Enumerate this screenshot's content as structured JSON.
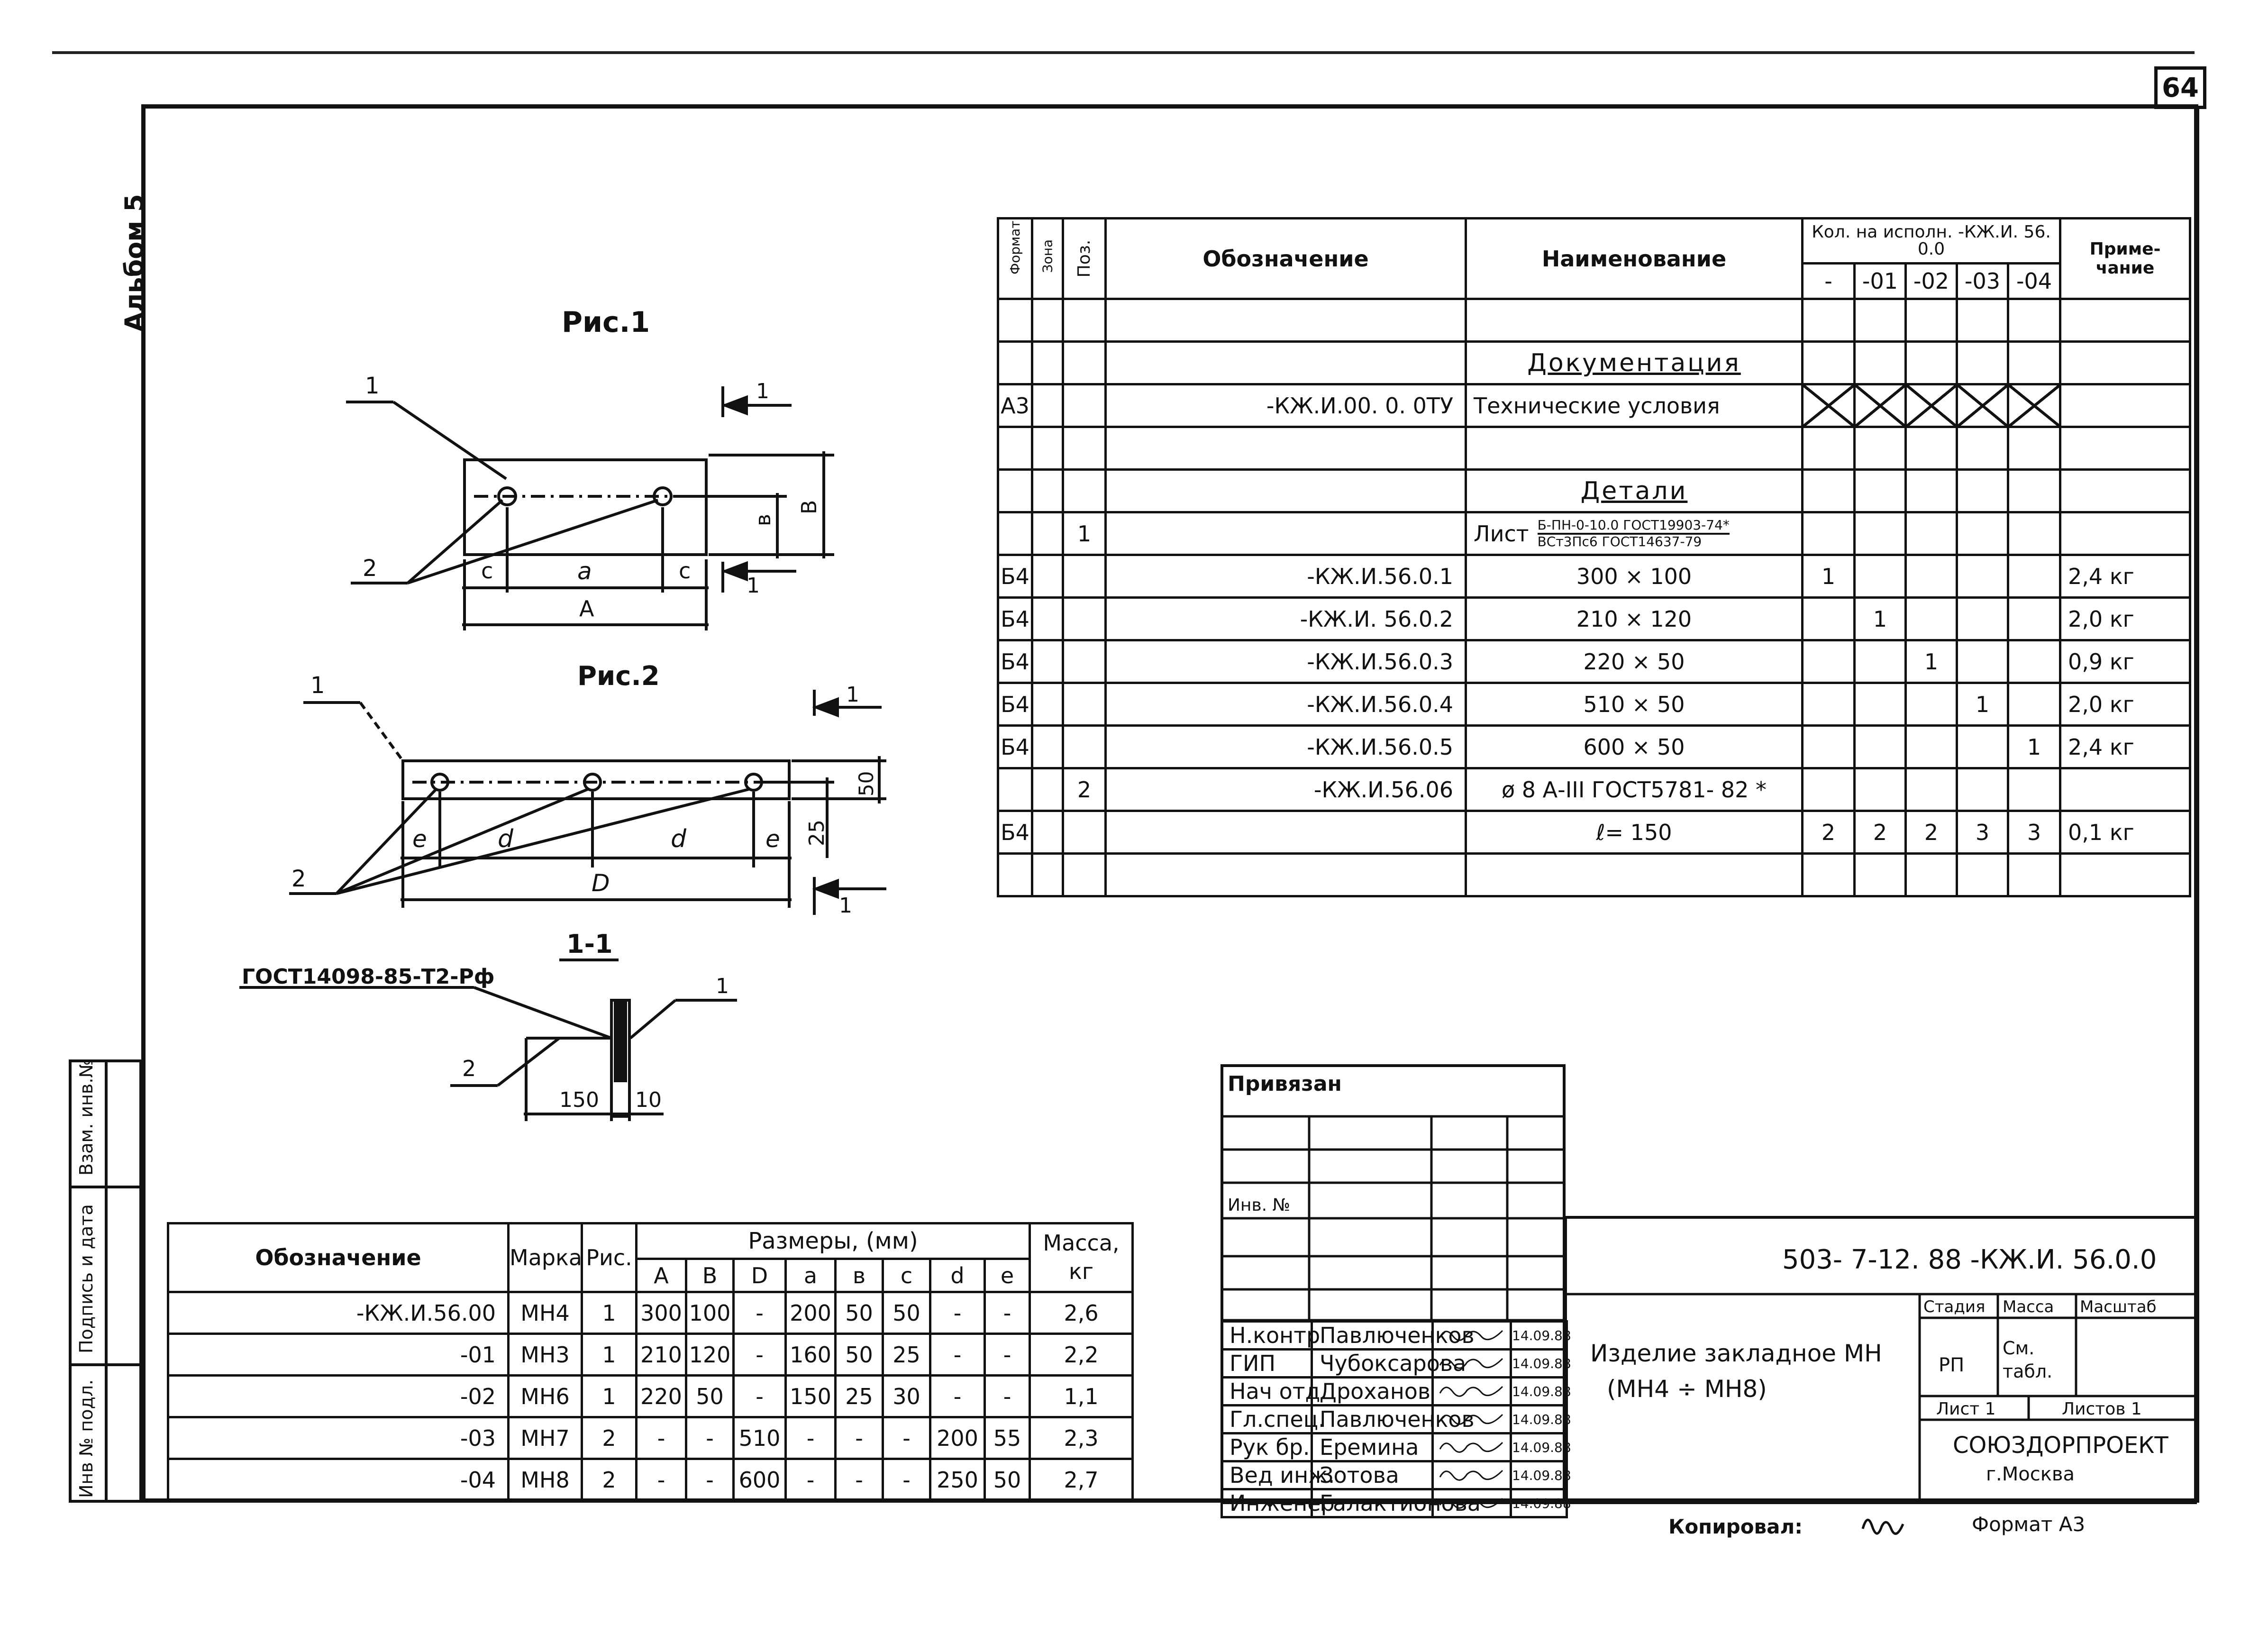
{
  "album_label": "Альбом 5",
  "page_number": "64",
  "figures": {
    "fig1_title": "Рис.1",
    "fig2_title": "Рис.2",
    "section_title": "1-1",
    "section_mark": "1",
    "callout_1": "1",
    "callout_2": "2",
    "fig1_dims": {
      "c1": "c",
      "a": "a",
      "c2": "c",
      "A": "A",
      "b_small": "в",
      "B": "В"
    },
    "fig2_dims": {
      "e1": "e",
      "d1": "d",
      "d2": "d",
      "e2": "e",
      "D": "D",
      "dim50": "50",
      "dim25": "25"
    },
    "section_dims": {
      "d150": "150",
      "d10": "10"
    },
    "weld_note": "ГОСТ14098-85-Т2-Рф"
  },
  "spec": {
    "headers": {
      "format": "Формат",
      "zone": "Зона",
      "pos": "Поз.",
      "designation": "Обозначение",
      "name": "Наименование",
      "qty": "Кол. на исполн. -КЖ.И. 56. 0.0",
      "qty_cols": [
        "-",
        "-01",
        "-02",
        "-03",
        "-04"
      ],
      "note": "Приме-чание"
    },
    "rows": [
      {
        "format": "",
        "zone": "",
        "pos": "",
        "designation": "",
        "name": "",
        "q": [
          "",
          "",
          "",
          "",
          ""
        ],
        "note": ""
      },
      {
        "format": "",
        "zone": "",
        "pos": "",
        "designation": "",
        "name": "Документация",
        "section": true,
        "q": [
          "",
          "",
          "",
          "",
          ""
        ],
        "note": ""
      },
      {
        "format": "А3",
        "zone": "",
        "pos": "",
        "designation": "-КЖ.И.00. 0. 0ТУ",
        "name": "Технические условия",
        "crossed": true,
        "q": [
          "",
          "",
          "",
          "",
          ""
        ],
        "note": ""
      },
      {
        "format": "",
        "zone": "",
        "pos": "",
        "designation": "",
        "name": "",
        "q": [
          "",
          "",
          "",
          "",
          ""
        ],
        "note": ""
      },
      {
        "format": "",
        "zone": "",
        "pos": "",
        "designation": "",
        "name": "Детали",
        "section": true,
        "q": [
          "",
          "",
          "",
          "",
          ""
        ],
        "note": ""
      },
      {
        "format": "",
        "zone": "",
        "pos": "1",
        "designation": "",
        "name": "Лист",
        "name_top": "Б-ПН-0-10.0 ГОСТ19903-74*",
        "name_bottom": "ВСт3Пс6 ГОСТ14637-79",
        "q": [
          "",
          "",
          "",
          "",
          ""
        ],
        "note": ""
      },
      {
        "format": "Б4",
        "zone": "",
        "pos": "",
        "designation": "-КЖ.И.56.0.1",
        "name": "300 × 100",
        "q": [
          "1",
          "",
          "",
          "",
          ""
        ],
        "note": "2,4 кг"
      },
      {
        "format": "Б4",
        "zone": "",
        "pos": "",
        "designation": "-КЖ.И. 56.0.2",
        "name": "210 × 120",
        "q": [
          "",
          "1",
          "",
          "",
          ""
        ],
        "note": "2,0 кг"
      },
      {
        "format": "Б4",
        "zone": "",
        "pos": "",
        "designation": "-КЖ.И.56.0.3",
        "name": "220 × 50",
        "q": [
          "",
          "",
          "1",
          "",
          ""
        ],
        "note": "0,9 кг"
      },
      {
        "format": "Б4",
        "zone": "",
        "pos": "",
        "designation": "-КЖ.И.56.0.4",
        "name": "510 × 50",
        "q": [
          "",
          "",
          "",
          "1",
          ""
        ],
        "note": "2,0 кг"
      },
      {
        "format": "Б4",
        "zone": "",
        "pos": "",
        "designation": "-КЖ.И.56.0.5",
        "name": "600 × 50",
        "q": [
          "",
          "",
          "",
          "",
          "1"
        ],
        "note": "2,4 кг"
      },
      {
        "format": "",
        "zone": "",
        "pos": "2",
        "designation": "-КЖ.И.56.06",
        "name": "ø 8 А-III  ГОСТ5781- 82 *",
        "q": [
          "",
          "",
          "",
          "",
          ""
        ],
        "note": ""
      },
      {
        "format": "Б4",
        "zone": "",
        "pos": "",
        "designation": "",
        "name": "ℓ= 150",
        "q": [
          "2",
          "2",
          "2",
          "3",
          "3"
        ],
        "note": "0,1 кг"
      },
      {
        "format": "",
        "zone": "",
        "pos": "",
        "designation": "",
        "name": "",
        "q": [
          "",
          "",
          "",
          "",
          ""
        ],
        "note": ""
      }
    ]
  },
  "dims_table": {
    "headers": {
      "designation": "Обозначение",
      "mark": "Марка",
      "fig": "Рис.",
      "sizes": "Размеры, (мм)",
      "size_cols": [
        "А",
        "В",
        "D",
        "а",
        "в",
        "с",
        "d",
        "е"
      ],
      "mass": "Масса, кг"
    },
    "rows": [
      {
        "designation": "-КЖ.И.56.00",
        "mark": "МН4",
        "fig": "1",
        "v": [
          "300",
          "100",
          "-",
          "200",
          "50",
          "50",
          "-",
          "-"
        ],
        "mass": "2,6"
      },
      {
        "designation": "-01",
        "mark": "МН3",
        "fig": "1",
        "v": [
          "210",
          "120",
          "-",
          "160",
          "50",
          "25",
          "-",
          "-"
        ],
        "mass": "2,2"
      },
      {
        "designation": "-02",
        "mark": "МН6",
        "fig": "1",
        "v": [
          "220",
          "50",
          "-",
          "150",
          "25",
          "30",
          "-",
          "-"
        ],
        "mass": "1,1"
      },
      {
        "designation": "-03",
        "mark": "МН7",
        "fig": "2",
        "v": [
          "-",
          "-",
          "510",
          "-",
          "-",
          "-",
          "200",
          "55"
        ],
        "mass": "2,3"
      },
      {
        "designation": "-04",
        "mark": "МН8",
        "fig": "2",
        "v": [
          "-",
          "-",
          "600",
          "-",
          "-",
          "-",
          "250",
          "50"
        ],
        "mass": "2,7"
      }
    ]
  },
  "binding_block": {
    "title": "Привязан",
    "inv": "Инв. №"
  },
  "left_margin": {
    "col1": "Взам. инв.№",
    "col2": "Подпись и дата",
    "col3": "Инв № подл."
  },
  "title_block": {
    "code": "503- 7-12. 88 -КЖ.И. 56.0.0",
    "product_name": "Изделие закладное МН",
    "product_range": "(МН4 ÷ МН8)",
    "stage_hdr": "Стадия",
    "mass_hdr": "Масса",
    "scale_hdr": "Масштаб",
    "stage": "РП",
    "mass": "См. табл.",
    "sheet": "Лист 1",
    "sheets": "Листов 1",
    "org": "СОЮЗДОРПРОЕКТ",
    "city": "г.Москва",
    "signatures": [
      {
        "role": "Н.контр",
        "name": "Павлюченков",
        "date": "14.09.88"
      },
      {
        "role": "ГИП",
        "name": "Чубоксарова",
        "date": "14.09.88"
      },
      {
        "role": "Нач отд.",
        "name": "Дроханов",
        "date": "14.09.88"
      },
      {
        "role": "Гл.спец.",
        "name": "Павлюченков",
        "date": "14.09.88"
      },
      {
        "role": "Рук бр.",
        "name": "Еремина",
        "date": "14.09.88"
      },
      {
        "role": "Вед инж.",
        "name": "Зотова",
        "date": "14.09.88"
      },
      {
        "role": "Инженер",
        "name": "Галактионова",
        "date": "14.09.88"
      }
    ]
  },
  "footer": {
    "copied": "Копировал:",
    "format": "Формат А3"
  }
}
